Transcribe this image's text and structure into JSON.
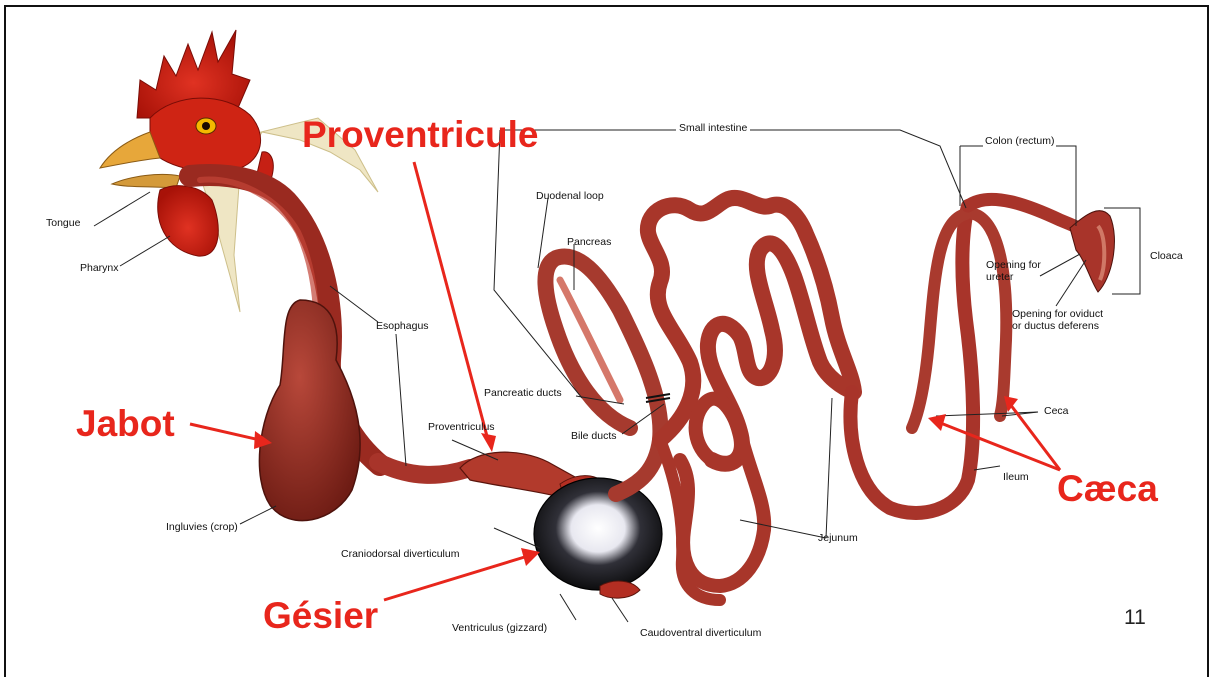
{
  "slide": {
    "page_number": "11",
    "colors": {
      "callout": "#e8261c",
      "tract": "#a8342a",
      "comb": "#c41d12",
      "gizzard": "#0c0c0c"
    }
  },
  "callouts": {
    "proventricule": "Proventricule",
    "jabot": "Jabot",
    "gesier": "Gésier",
    "caeca": "Cæca"
  },
  "labels": {
    "tongue": "Tongue",
    "pharynx": "Pharynx",
    "esophagus": "Esophagus",
    "ingluvies": "Ingluvies (crop)",
    "proventriculus_upper": "Proventriculus",
    "craniodorsal": "Craniodorsal diverticulum",
    "ventriculus": "Ventriculus (gizzard)",
    "caudoventral": "Caudoventral diverticulum",
    "small_intestine": "Small intestine",
    "duodenal_loop": "Duodenal loop",
    "pancreas": "Pancreas",
    "pancreatic_ducts": "Pancreatic ducts",
    "bile_ducts": "Bile ducts",
    "jejunum": "Jejunum",
    "colon": "Colon (rectum)",
    "cloaca": "Cloaca",
    "opening_ureter": "Opening for\nureter",
    "opening_oviduct": "Opening for oviduct\nor ductus deferens",
    "ceca": "Ceca",
    "ileum": "Ileum"
  }
}
